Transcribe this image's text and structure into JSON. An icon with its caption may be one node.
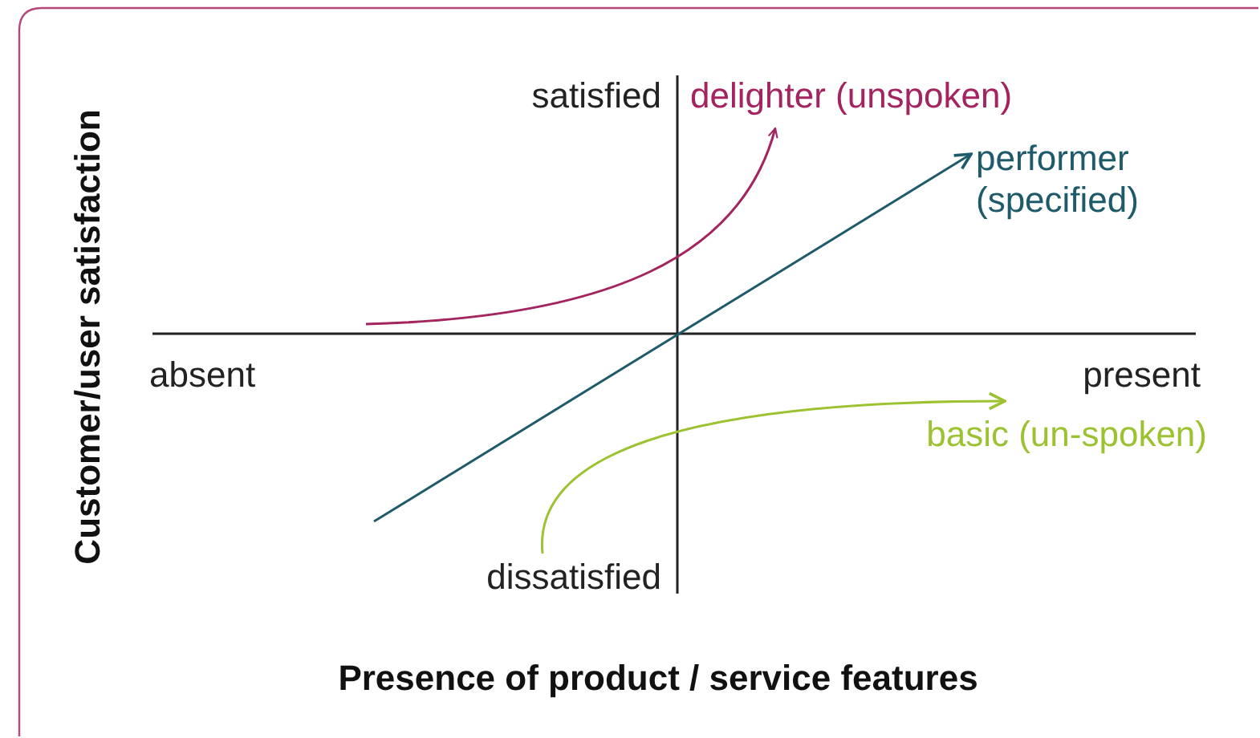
{
  "diagram": {
    "labels": [
      "satisfied",
      "delighter (unspoken)",
      "performer (specified)",
      "absent",
      "present",
      "basic (un-spoken)",
      "dissatisfied",
      "Customer/user satisfaction",
      "Presence of product / service features"
    ]
  }
}
